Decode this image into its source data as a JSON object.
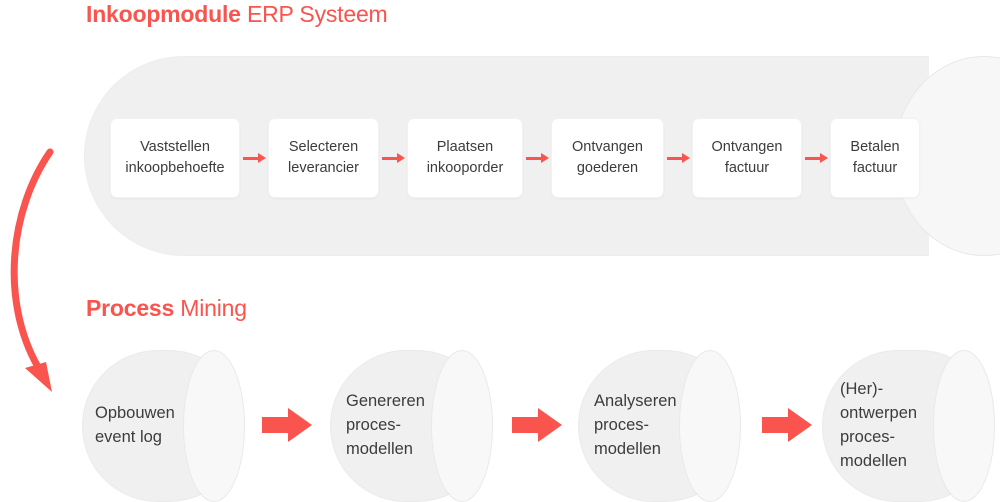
{
  "diagram": {
    "title_red": "#f9544d",
    "sections": [
      {
        "id": "erp",
        "title_strong": "Inkoopmodule",
        "title_light": " ERP Systeem",
        "container_name": "erp-system-cylinder",
        "steps": [
          {
            "line1": "Vaststellen",
            "line2": "inkoopbehoefte"
          },
          {
            "line1": "Selecteren",
            "line2": "leverancier"
          },
          {
            "line1": "Plaatsen",
            "line2": "inkooporder"
          },
          {
            "line1": "Ontvangen",
            "line2": "goederen"
          },
          {
            "line1": "Ontvangen",
            "line2": "factuur"
          },
          {
            "line1": "Betalen",
            "line2": "factuur"
          }
        ]
      },
      {
        "id": "process-mining",
        "title_strong": "Process",
        "title_light": " Mining",
        "stages": [
          {
            "line1": "Opbouwen",
            "line2": "event log",
            "line3": "",
            "line4": ""
          },
          {
            "line1": "Genereren",
            "line2": "proces-",
            "line3": "modellen",
            "line4": ""
          },
          {
            "line1": "Analyseren",
            "line2": "proces-",
            "line3": "modellen",
            "line4": ""
          },
          {
            "line1": "(Her)-",
            "line2": "ontwerpen",
            "line3": "proces-",
            "line4": "modellen"
          }
        ]
      }
    ],
    "feedback_arrow": {
      "name": "feedback-loop-arrow",
      "color": "#f9544d"
    }
  }
}
